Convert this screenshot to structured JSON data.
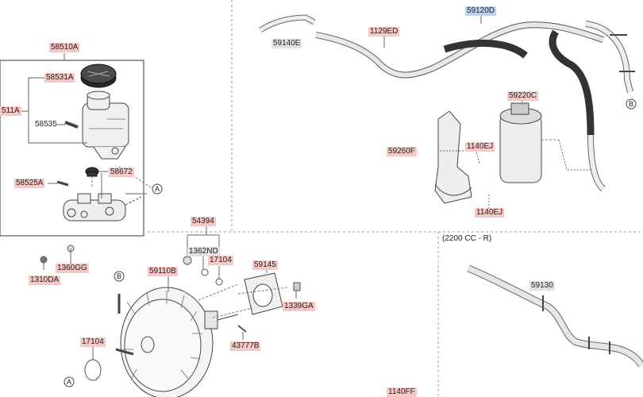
{
  "labels": {
    "p58510A": "58510A",
    "p58531A": "58531A",
    "p58511A": "511A",
    "p58535": "58535",
    "p58672": "58672",
    "p58525A": "58525A",
    "p1310DA": "1310DA",
    "p1360GG": "1360GG",
    "p54394": "54394",
    "p1362ND": "1362ND",
    "p17104a": "17104",
    "p59145": "59145",
    "p59110B": "59110B",
    "p1339GA": "1339GA",
    "p43777B": "43777B",
    "p17104b": "17104",
    "p59140E": "59140E",
    "p1129ED": "1129ED",
    "p59120D": "59120D",
    "p59220C": "59220C",
    "p59260F": "59260F",
    "p1140EJa": "1140EJ",
    "p1140EJb": "1140EJ",
    "p59130": "59130",
    "p1140FF": "1140FF",
    "variant": "(2200 CC - R)"
  },
  "callouts": {
    "A_top": "A",
    "A_bottom": "A",
    "B_top": "B",
    "B_mid": "B"
  },
  "colors": {
    "pink": "#f6c9c6",
    "grey": "#e2e2e2",
    "blue": "#bcd3ee"
  }
}
